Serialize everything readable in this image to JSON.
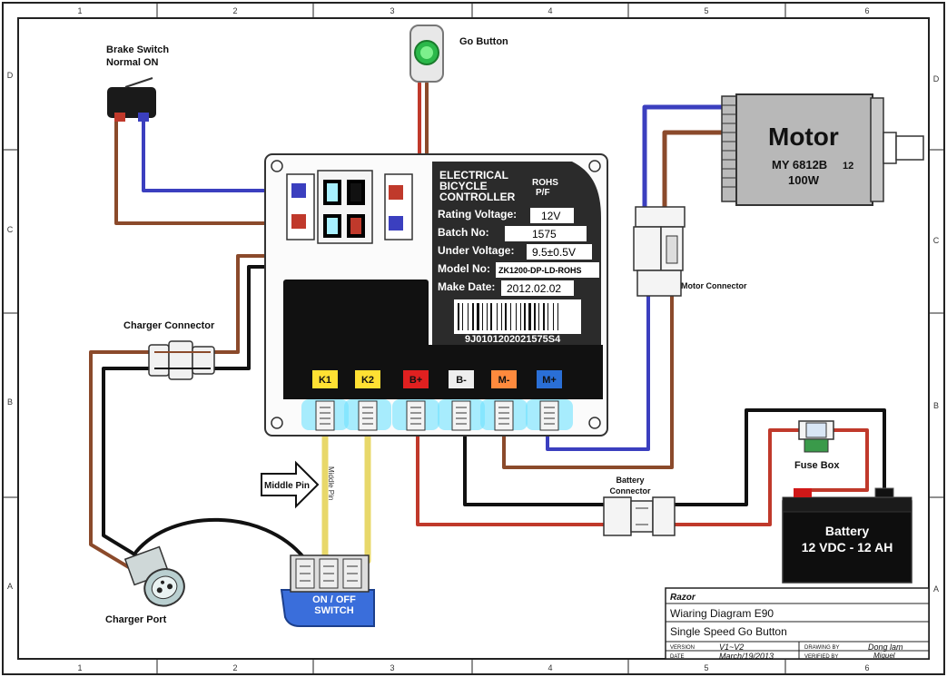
{
  "grid": {
    "columns": [
      "1",
      "2",
      "3",
      "4",
      "5",
      "6"
    ],
    "rows": [
      "D",
      "C",
      "B",
      "A"
    ]
  },
  "labels": {
    "brake_switch": [
      "Brake Switch",
      "Normal ON"
    ],
    "go_button": "Go Button",
    "charger_connector": "Charger Connector",
    "charger_port": "Charger Port",
    "middle_pin": "Middle Pin",
    "middle_pin_wire": "Middle Pin",
    "on_off_switch": [
      "ON / OFF",
      "SWITCH"
    ],
    "motor_connector": "Motor Connector",
    "battery_connector": [
      "Battery",
      "Connector"
    ],
    "fuse_box": "Fuse Box"
  },
  "motor": {
    "title": "Motor",
    "model": "MY 6812B",
    "volt": "12",
    "power": "100W"
  },
  "battery": {
    "title": "Battery",
    "spec": "12 VDC - 12 AH"
  },
  "controller": {
    "header": [
      "ELECTRICAL",
      "BICYCLE",
      "CONTROLLER"
    ],
    "rohs": [
      "ROHS",
      "P/F"
    ],
    "rows": [
      {
        "label": "Rating Voltage:",
        "value": "12V"
      },
      {
        "label": "Batch No:",
        "value": "1575"
      },
      {
        "label": "Under Voltage:",
        "value": "9.5±0.5V"
      },
      {
        "label": "Model No:",
        "value": "ZK1200-DP-LD-ROHS"
      },
      {
        "label": "Make Date:",
        "value": "2012.02.02"
      }
    ],
    "barcode": "9J0101202021575S4",
    "terminals": [
      {
        "label": "K1",
        "color": "#ffe033"
      },
      {
        "label": "K2",
        "color": "#ffe033"
      },
      {
        "label": "B+",
        "color": "#e02020"
      },
      {
        "label": "B-",
        "color": "#eeeeee"
      },
      {
        "label": "M-",
        "color": "#ff8a3d"
      },
      {
        "label": "M+",
        "color": "#2a6fd6"
      }
    ]
  },
  "title_block": {
    "brand": "Razor",
    "title": "Wiaring Diagram E90",
    "subtitle": "Single Speed Go Button",
    "version_label": "VERSION",
    "version_value": "V1~V2",
    "drawing_label": "DRAWING BY",
    "drawing_value": "Dong lam",
    "date_label": "DATE",
    "date_value": "March/19/2013",
    "verified_label": "VERIFIED BY",
    "verified_value": "Miguel"
  },
  "colors": {
    "red_wire": "#c0392b",
    "brown_wire": "#8b4a2b",
    "blue_wire": "#3b3fbf",
    "black_wire": "#111111",
    "yellow_wire": "#f2e58a",
    "go_button_green": "#3fd15a"
  }
}
